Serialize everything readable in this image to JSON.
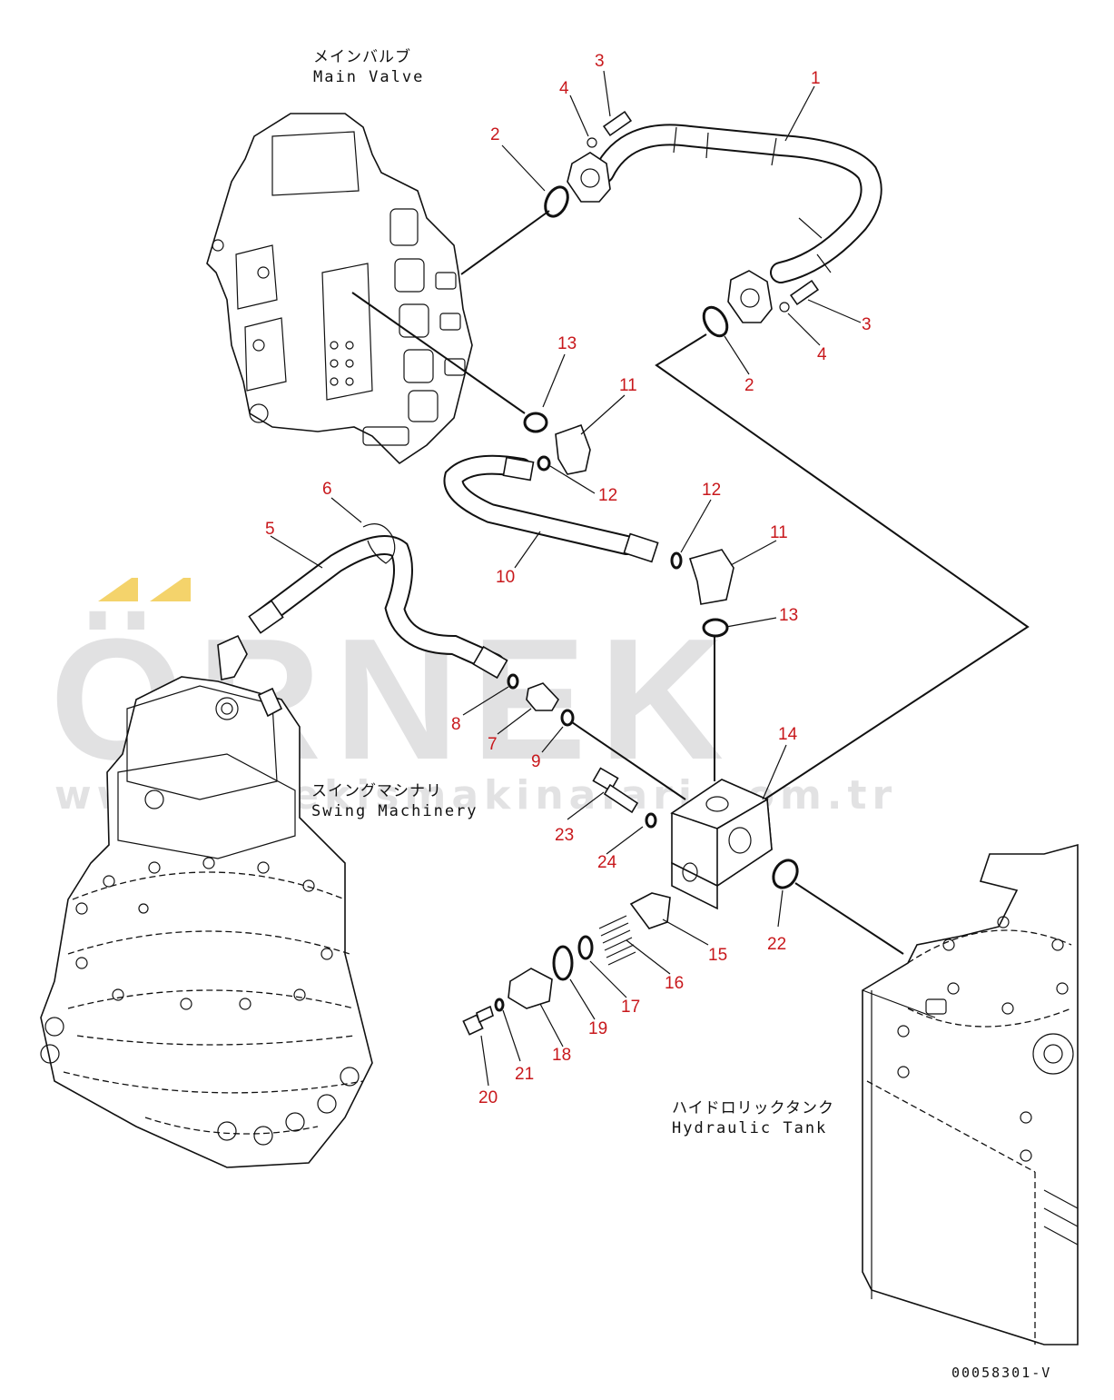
{
  "watermark": {
    "brand": "ÖRNEK",
    "url": "www.ornekismakinalari.com.tr",
    "accent_color": "#f4d36b"
  },
  "components": {
    "main_valve": {
      "jp": "メインバルブ",
      "en": "Main Valve"
    },
    "swing_machinery": {
      "jp": "スイングマシナリ",
      "en": "Swing Machinery"
    },
    "hydraulic_tank": {
      "jp": "ハイドロリックタンク",
      "en": "Hydraulic Tank"
    }
  },
  "drawing_code": "00058301-V",
  "callouts": [
    "1",
    "2",
    "2",
    "3",
    "3",
    "4",
    "4",
    "5",
    "6",
    "7",
    "8",
    "9",
    "10",
    "11",
    "11",
    "12",
    "12",
    "13",
    "13",
    "14",
    "15",
    "16",
    "17",
    "18",
    "19",
    "20",
    "21",
    "22",
    "23",
    "24"
  ],
  "colors": {
    "callout": "#c8181c",
    "line": "#111111",
    "watermark_gray": "#c9c9cc"
  }
}
